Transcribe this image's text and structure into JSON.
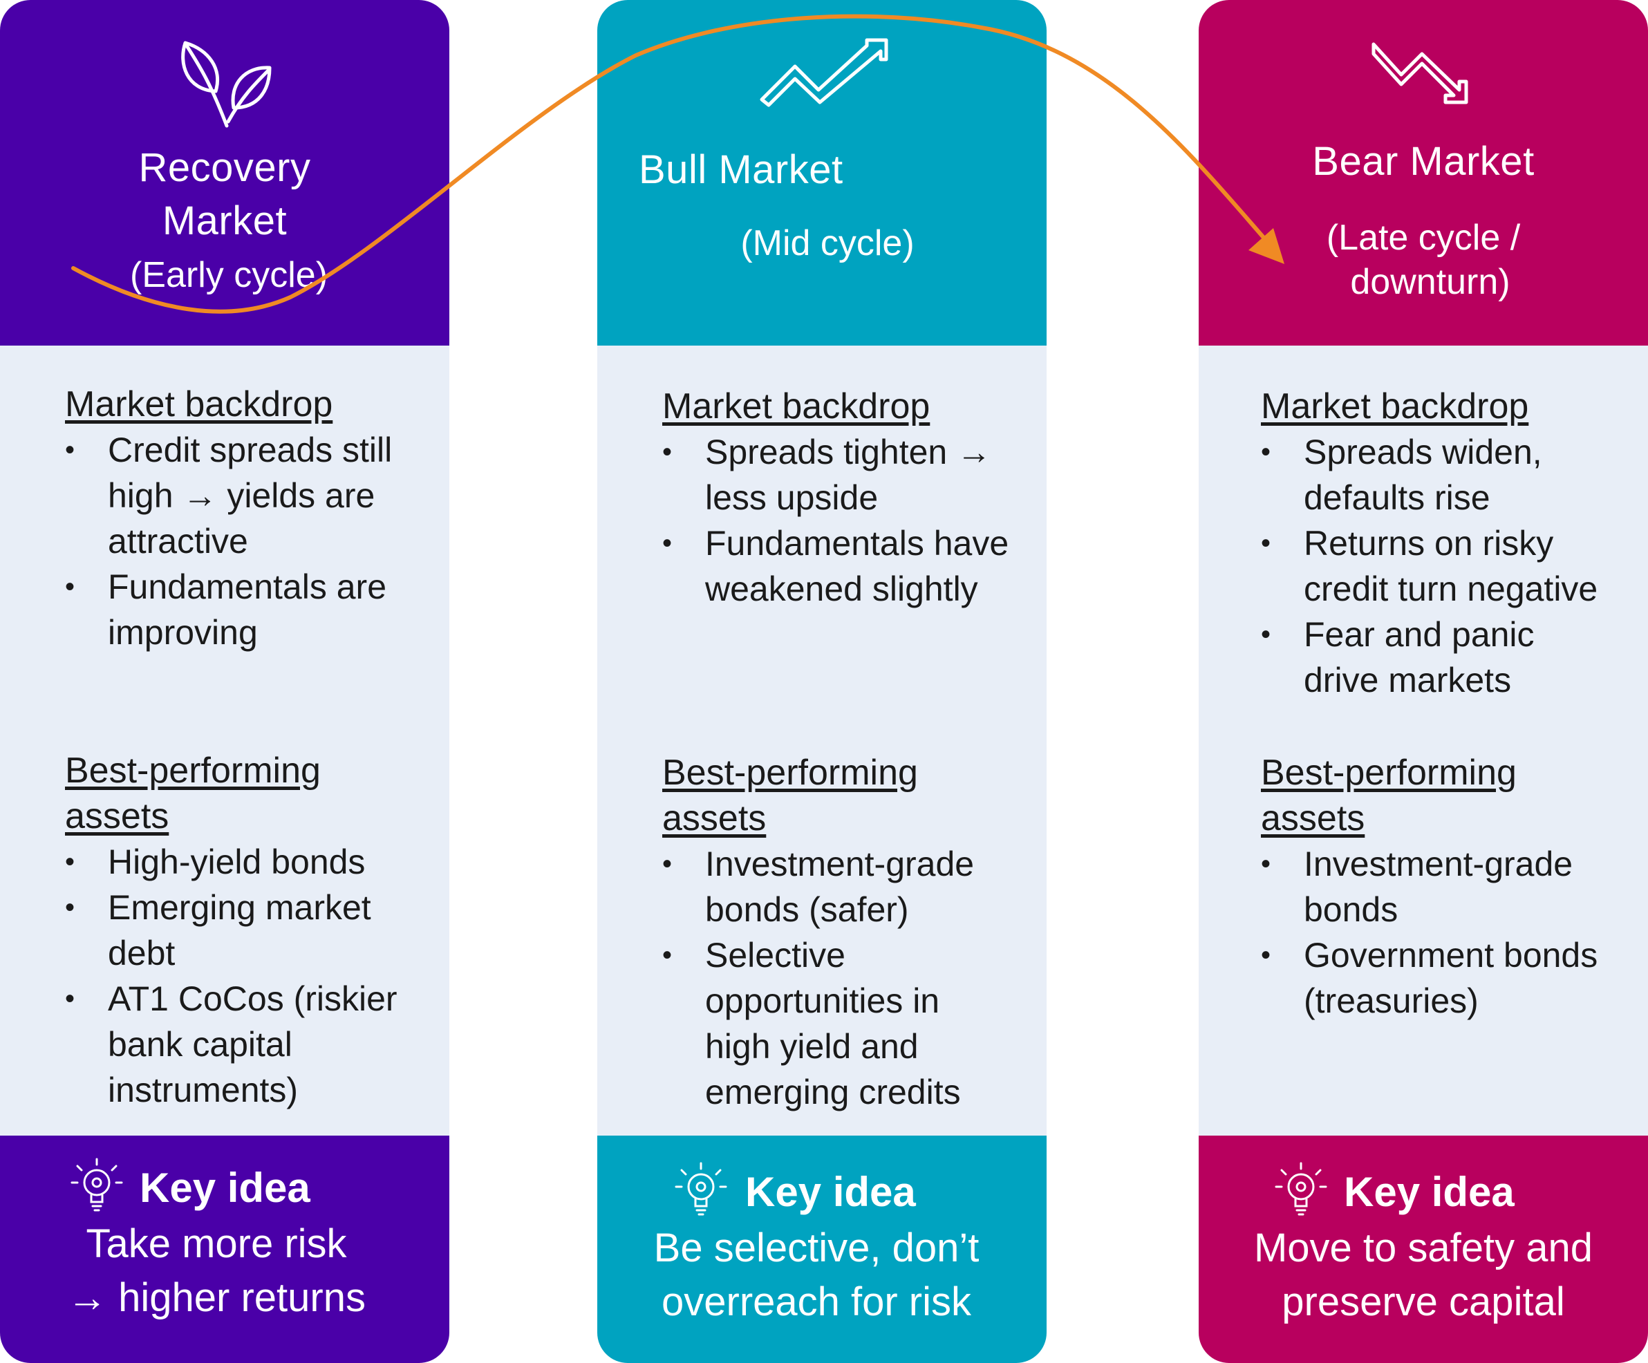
{
  "columns": [
    {
      "id": "recovery",
      "title_line1": "Recovery",
      "title_line2": "Market",
      "subtitle_line1": "(Early cycle)",
      "backdrop_title": "Market backdrop",
      "backdrop_lines": [
        "Credit spreads still",
        "high → yields are",
        "attractive",
        "Fundamentals are",
        "improving"
      ],
      "assets_title_line1": "Best-performing",
      "assets_title_line2": "assets",
      "assets_lines": [
        "High-yield bonds",
        "Emerging market",
        "debt",
        "AT1 CoCos (riskier",
        "bank capital",
        "instruments)"
      ],
      "key_title": "Key idea",
      "key_line1": "Take more risk",
      "key_line2": "→ higher returns",
      "color": "#4a00a8",
      "icon": "leaf-icon"
    },
    {
      "id": "bull",
      "title_line1": "Bull Market",
      "subtitle_line1": "(Mid cycle)",
      "backdrop_title": "Market backdrop",
      "backdrop_lines": [
        "Spreads tighten →",
        "less upside",
        "Fundamentals have",
        "weakened slightly"
      ],
      "assets_title_line1": "Best-performing",
      "assets_title_line2": "assets",
      "assets_lines": [
        "Investment-grade",
        "bonds (safer)",
        "Selective",
        "opportunities in",
        "high yield and",
        "emerging credits"
      ],
      "key_title": "Key idea",
      "key_line1": "Be selective, don’t",
      "key_line2": "overreach for risk",
      "color": "#00a3c0",
      "icon": "trend-up-icon"
    },
    {
      "id": "bear",
      "title_line1": "Bear Market",
      "subtitle_line1": "(Late cycle /",
      "subtitle_line2": "downturn)",
      "backdrop_title": "Market backdrop",
      "backdrop_lines": [
        "Spreads widen,",
        "defaults rise",
        "Returns on risky",
        "credit turn negative",
        "Fear and panic",
        "drive markets"
      ],
      "assets_title_line1": "Best-performing",
      "assets_title_line2": "assets",
      "assets_lines": [
        "Investment-grade",
        "bonds",
        "Government bonds",
        "(treasuries)"
      ],
      "key_title": "Key idea",
      "key_line1": "Move to safety and",
      "key_line2": "preserve capital",
      "color": "#b8005e",
      "icon": "trend-down-icon"
    }
  ],
  "arrow_color": "#f08a24",
  "bullet_icon": "bullet-dot",
  "key_icon": "lightbulb-icon"
}
